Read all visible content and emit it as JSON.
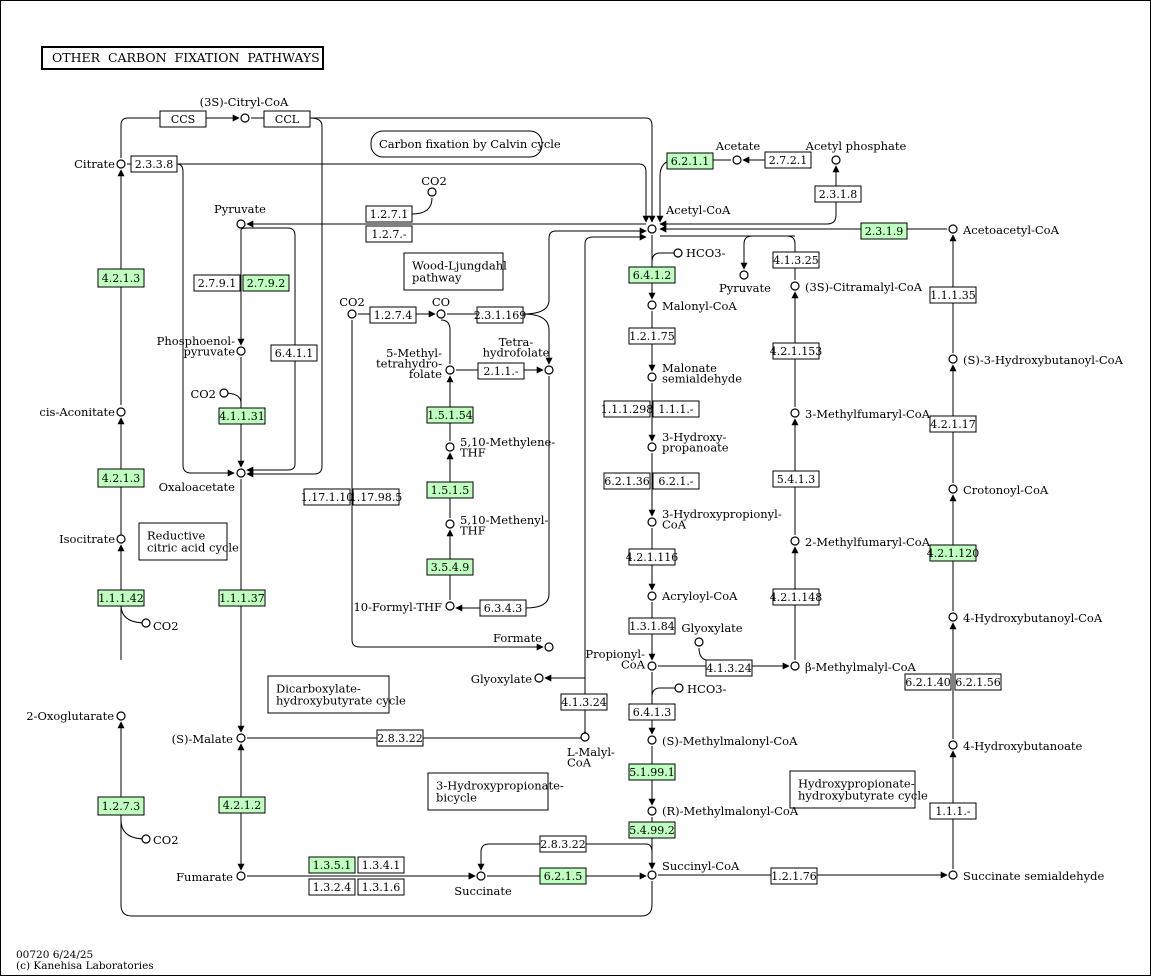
{
  "title": "OTHER  CARBON  FIXATION  PATHWAYS",
  "footer": [
    "00720 6/24/25",
    "(c) Kanehisa Laboratories"
  ],
  "colors": {
    "enzyme_present": "#bfffbf",
    "enzyme_absent": "#ffffff",
    "line": "#000000"
  },
  "compounds": [
    {
      "id": "citrate",
      "label": "Citrate"
    },
    {
      "id": "cis_aconitate",
      "label": "cis-Aconitate"
    },
    {
      "id": "isocitrate",
      "label": "Isocitrate"
    },
    {
      "id": "co2_a",
      "label": "CO2"
    },
    {
      "id": "oxoglutarate",
      "label": "2-Oxoglutarate"
    },
    {
      "id": "co2_b",
      "label": "CO2"
    },
    {
      "id": "citryl_coa",
      "label": "(3S)-Citryl-CoA"
    },
    {
      "id": "pyruvate",
      "label": "Pyruvate"
    },
    {
      "id": "pep",
      "label": "Phosphoenol-\npyruvate"
    },
    {
      "id": "co2_c",
      "label": "CO2"
    },
    {
      "id": "oxaloacetate",
      "label": "Oxaloacetate"
    },
    {
      "id": "malate",
      "label": "(S)-Malate"
    },
    {
      "id": "fumarate",
      "label": "Fumarate"
    },
    {
      "id": "succinate",
      "label": "Succinate"
    },
    {
      "id": "co2_d",
      "label": "CO2"
    },
    {
      "id": "co2_e",
      "label": "CO2"
    },
    {
      "id": "co",
      "label": "CO"
    },
    {
      "id": "methyl_thf",
      "label": "5-Methyl-\ntetrahydro-\nfolate"
    },
    {
      "id": "thf",
      "label": "Tetra-\nhydrofolate"
    },
    {
      "id": "methylene_thf",
      "label": "5,10-Methylene-\nTHF"
    },
    {
      "id": "methenyl_thf",
      "label": "5,10-Methenyl-\nTHF"
    },
    {
      "id": "formyl_thf",
      "label": "10-Formyl-THF"
    },
    {
      "id": "formate",
      "label": "Formate"
    },
    {
      "id": "glyoxylate_a",
      "label": "Glyoxylate"
    },
    {
      "id": "malyl_coa",
      "label": "L-Malyl-\nCoA"
    },
    {
      "id": "acetyl_coa",
      "label": "Acetyl-CoA"
    },
    {
      "id": "hco3_a",
      "label": "HCO3-"
    },
    {
      "id": "malonyl_coa",
      "label": "Malonyl-CoA"
    },
    {
      "id": "malonate_sa",
      "label": "Malonate\nsemialdehyde"
    },
    {
      "id": "hydroxypropanoate",
      "label": "3-Hydroxy-\npropanoate"
    },
    {
      "id": "hydroxypropionyl_coa",
      "label": "3-Hydroxypropionyl-\nCoA"
    },
    {
      "id": "acryloyl_coa",
      "label": "Acryloyl-CoA"
    },
    {
      "id": "propionyl_coa",
      "label": "Propionyl-\nCoA"
    },
    {
      "id": "hco3_b",
      "label": "HCO3-"
    },
    {
      "id": "s_methylmalonyl",
      "label": "(S)-Methylmalonyl-CoA"
    },
    {
      "id": "r_methylmalonyl",
      "label": "(R)-Methylmalonyl-CoA"
    },
    {
      "id": "succinyl_coa",
      "label": "Succinyl-CoA"
    },
    {
      "id": "acetate",
      "label": "Acetate"
    },
    {
      "id": "acetyl_phosphate",
      "label": "Acetyl phosphate"
    },
    {
      "id": "pyruvate_b",
      "label": "Pyruvate"
    },
    {
      "id": "citramalyl_coa",
      "label": "(3S)-Citramalyl-CoA"
    },
    {
      "id": "methylfumaryl_3",
      "label": "3-Methylfumaryl-CoA"
    },
    {
      "id": "methylfumaryl_2",
      "label": "2-Methylfumaryl-CoA"
    },
    {
      "id": "glyoxylate_b",
      "label": "Glyoxylate"
    },
    {
      "id": "methylmalyl_coa",
      "label": "β-Methylmalyl-CoA"
    },
    {
      "id": "acetoacetyl_coa",
      "label": "Acetoacetyl-CoA"
    },
    {
      "id": "hydroxybutanoyl_s3",
      "label": "(S)-3-Hydroxybutanoyl-CoA"
    },
    {
      "id": "crotonoyl_coa",
      "label": "Crotonoyl-CoA"
    },
    {
      "id": "hydroxybutanoyl_4",
      "label": "4-Hydroxybutanoyl-CoA"
    },
    {
      "id": "hydroxybutanoate_4",
      "label": "4-Hydroxybutanoate"
    },
    {
      "id": "succinate_sa",
      "label": "Succinate semialdehyde"
    }
  ],
  "enzymes": [
    {
      "id": "e_ccs",
      "label": "CCS",
      "present": false
    },
    {
      "id": "e_ccl",
      "label": "CCL",
      "present": false
    },
    {
      "id": "e_2338",
      "label": "2.3.3.8",
      "present": false
    },
    {
      "id": "e_4213a",
      "label": "4.2.1.3",
      "present": true
    },
    {
      "id": "e_4213b",
      "label": "4.2.1.3",
      "present": true
    },
    {
      "id": "e_11142",
      "label": "1.1.1.42",
      "present": true
    },
    {
      "id": "e_1273",
      "label": "1.2.7.3",
      "present": true
    },
    {
      "id": "e_2791",
      "label": "2.7.9.1",
      "present": false
    },
    {
      "id": "e_2792",
      "label": "2.7.9.2",
      "present": true
    },
    {
      "id": "e_6411",
      "label": "6.4.1.1",
      "present": false
    },
    {
      "id": "e_411131",
      "label": "4.1.1.31",
      "present": true
    },
    {
      "id": "e_11137",
      "label": "1.1.1.37",
      "present": true
    },
    {
      "id": "e_4212",
      "label": "4.2.1.2",
      "present": true
    },
    {
      "id": "e_1351",
      "label": "1.3.5.1",
      "present": true
    },
    {
      "id": "e_1341",
      "label": "1.3.4.1",
      "present": false
    },
    {
      "id": "e_1324",
      "label": "1.3.2.4",
      "present": false
    },
    {
      "id": "e_1316",
      "label": "1.3.1.6",
      "present": false
    },
    {
      "id": "e_1271",
      "label": "1.2.7.1",
      "present": false
    },
    {
      "id": "e_127x",
      "label": "1.2.7.-",
      "present": false
    },
    {
      "id": "e_1274",
      "label": "1.2.7.4",
      "present": false
    },
    {
      "id": "e_231169",
      "label": "2.3.1.169",
      "present": false
    },
    {
      "id": "e_211x",
      "label": "2.1.1.-",
      "present": false
    },
    {
      "id": "e_15154",
      "label": "1.5.1.54",
      "present": true
    },
    {
      "id": "e_1515",
      "label": "1.5.1.5",
      "present": true
    },
    {
      "id": "e_3549",
      "label": "3.5.4.9",
      "present": true
    },
    {
      "id": "e_6343",
      "label": "6.3.4.3",
      "present": false
    },
    {
      "id": "e_11710",
      "label": "1.17.1.10",
      "present": false
    },
    {
      "id": "e_117985",
      "label": "1.17.98.5",
      "present": false
    },
    {
      "id": "e_28322",
      "label": "2.8.3.22",
      "present": false
    },
    {
      "id": "e_41324a",
      "label": "4.1.3.24",
      "present": false
    },
    {
      "id": "e_28322b",
      "label": "2.8.3.22",
      "present": false
    },
    {
      "id": "e_6215",
      "label": "6.2.1.5",
      "present": true
    },
    {
      "id": "e_6412",
      "label": "6.4.1.2",
      "present": true
    },
    {
      "id": "e_12175",
      "label": "1.2.1.75",
      "present": false
    },
    {
      "id": "e_111298",
      "label": "1.1.1.298",
      "present": false
    },
    {
      "id": "e_111x",
      "label": "1.1.1.-",
      "present": false
    },
    {
      "id": "e_62136",
      "label": "6.2.1.36",
      "present": false
    },
    {
      "id": "e_621x",
      "label": "6.2.1.-",
      "present": false
    },
    {
      "id": "e_421116",
      "label": "4.2.1.116",
      "present": false
    },
    {
      "id": "e_13184",
      "label": "1.3.1.84",
      "present": false
    },
    {
      "id": "e_6413",
      "label": "6.4.1.3",
      "present": false
    },
    {
      "id": "e_51991",
      "label": "5.1.99.1",
      "present": true
    },
    {
      "id": "e_54992",
      "label": "5.4.99.2",
      "present": true
    },
    {
      "id": "e_6211",
      "label": "6.2.1.1",
      "present": true
    },
    {
      "id": "e_2721",
      "label": "2.7.2.1",
      "present": false
    },
    {
      "id": "e_2318",
      "label": "2.3.1.8",
      "present": false
    },
    {
      "id": "e_2319",
      "label": "2.3.1.9",
      "present": true
    },
    {
      "id": "e_41325",
      "label": "4.1.3.25",
      "present": false
    },
    {
      "id": "e_421153",
      "label": "4.2.1.153",
      "present": false
    },
    {
      "id": "e_5413",
      "label": "5.4.1.3",
      "present": false
    },
    {
      "id": "e_421148",
      "label": "4.2.1.148",
      "present": false
    },
    {
      "id": "e_41324b",
      "label": "4.1.3.24",
      "present": false
    },
    {
      "id": "e_111_35",
      "label": "1.1.1.35",
      "present": false
    },
    {
      "id": "e_42117",
      "label": "4.2.1.17",
      "present": false
    },
    {
      "id": "e_421120",
      "label": "4.2.1.120",
      "present": true
    },
    {
      "id": "e_62140",
      "label": "6.2.1.40",
      "present": false
    },
    {
      "id": "e_62156",
      "label": "6.2.1.56",
      "present": false
    },
    {
      "id": "e_111xb",
      "label": "1.1.1.-",
      "present": false
    },
    {
      "id": "e_12176",
      "label": "1.2.1.76",
      "present": false
    }
  ],
  "pathways": [
    {
      "id": "p_calvin",
      "label": "Carbon fixation by Calvin cycle"
    },
    {
      "id": "p_wood",
      "label": "Wood-Ljungdahl\npathway"
    },
    {
      "id": "p_rtca",
      "label": "Reductive\ncitric acid cycle"
    },
    {
      "id": "p_dicarb",
      "label": "Dicarboxylate-\nhydroxybutyrate cycle"
    },
    {
      "id": "p_3hp",
      "label": "3-Hydroxypropionate-\nbicycle"
    },
    {
      "id": "p_hphb",
      "label": "Hydroxypropionate-\nhydroxybutyrate cycle"
    }
  ]
}
